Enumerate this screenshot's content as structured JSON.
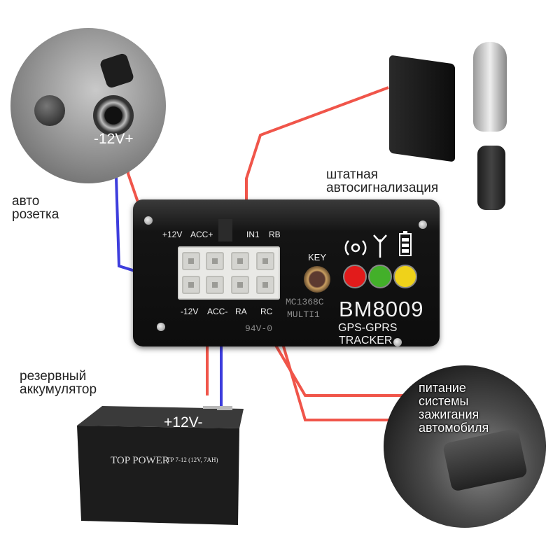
{
  "labels": {
    "auto_socket": "авто\nрозетка",
    "socket_polarity": "-12V+",
    "alarm": "штатная\nавтосигнализация",
    "backup_battery": "резервный\nаккумулятор",
    "battery_polarity": "+12V-",
    "ignition": "питание\nсистемы\nзажигания\nавтомобиля"
  },
  "device": {
    "pin_labels_top": [
      "+12V",
      "ACC+",
      "IN1",
      "RB"
    ],
    "pin_labels_bottom": [
      "-12V",
      "ACC-",
      "RA",
      "RC"
    ],
    "key_label": "KEY",
    "model": "BM8009",
    "subtitle1": "GPS-GPRS",
    "subtitle2": "TRACKER",
    "module_line1": "MC1368C",
    "module_line2": "MULTI1",
    "board_mark": "94V-0"
  },
  "battery": {
    "brand": "TOP POWER",
    "model": "TP 7-12 (12V, 7AH)"
  },
  "colors": {
    "positive_wire": "#f0554a",
    "negative_wire": "#3d3ddd",
    "led_red": "#e21b1b",
    "led_green": "#43b02a",
    "led_yellow": "#efd21a"
  }
}
